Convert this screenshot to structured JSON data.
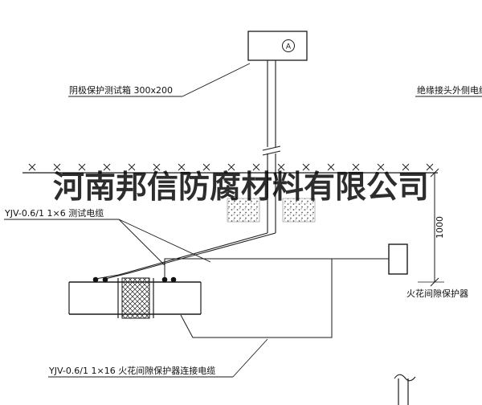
{
  "watermark": "河南邦信防腐材料有限公司",
  "labels": {
    "test_box": "阴极保护测试箱 300x200",
    "outer_cable": "绝缘接头外侧电缆",
    "test_cable": "YJV-0.6/1 1×6  测试电缆",
    "connection_cable": "YJV-0.6/1 1×16  火花间隙保护器连接电缆",
    "spark_gap": "火花间隙保护器",
    "dimension_1000": "1000",
    "ammeter": "A"
  },
  "colors": {
    "line": "#1a1a1a",
    "background": "#ffffff",
    "watermark": "#000000"
  }
}
